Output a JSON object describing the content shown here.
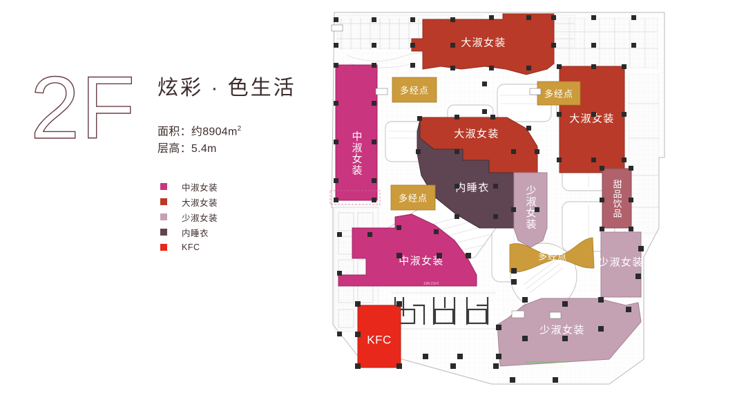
{
  "panel": {
    "floor_badge": "2F",
    "title": "炫彩 · 色生活",
    "area_label": "面积：约8904m",
    "area_sup": "2",
    "height_label": "层高：5.4m"
  },
  "legend": {
    "items": [
      {
        "label": "中淑女装",
        "color": "#c9357f"
      },
      {
        "label": "大淑女装",
        "color": "#b93a28"
      },
      {
        "label": "少淑女装",
        "color": "#c4a2b4"
      },
      {
        "label": "内睡衣",
        "color": "#5f4551"
      },
      {
        "label": "KFC",
        "color": "#e8281b"
      }
    ]
  },
  "palette": {
    "zhong_shu": "#c9357f",
    "da_shu": "#b93a28",
    "shao_shu": "#c4a2b4",
    "nei_shui": "#5f4551",
    "kfc": "#e8281b",
    "duo_jing": "#cc9b3c",
    "tian_pin": "#b0616c",
    "plan_line": "#9a9a9a",
    "node_dark": "#2a2a2a"
  },
  "floorplan": {
    "zones": [
      {
        "id": "da-shu-top",
        "label": "大淑女装",
        "color": "#b93a28"
      },
      {
        "id": "da-shu-right",
        "label": "大淑女装",
        "color": "#b93a28"
      },
      {
        "id": "da-shu-mid",
        "label": "大淑女装",
        "color": "#b93a28"
      },
      {
        "id": "zhong-shu-left",
        "label": "中淑女装",
        "color": "#c9357f"
      },
      {
        "id": "zhong-shu-bot",
        "label": "中淑女装",
        "color": "#c9357f"
      },
      {
        "id": "nei-shui",
        "label": "内睡衣",
        "color": "#5f4551"
      },
      {
        "id": "shao-shu-mid",
        "label": "少淑女装",
        "color": "#c4a2b4"
      },
      {
        "id": "shao-shu-right",
        "label": "少淑女装",
        "color": "#c4a2b4"
      },
      {
        "id": "shao-shu-bot",
        "label": "少淑女装",
        "color": "#c4a2b4"
      },
      {
        "id": "tian-pin",
        "label": "甜品饮品",
        "color": "#b0616c"
      },
      {
        "id": "kfc",
        "label": "KFC",
        "color": "#e8281b"
      },
      {
        "id": "duo-jing-1",
        "label": "多经点",
        "color": "#cc9b3c"
      },
      {
        "id": "duo-jing-2",
        "label": "多经点",
        "color": "#cc9b3c"
      },
      {
        "id": "duo-jing-3",
        "label": "多经点",
        "color": "#cc9b3c"
      },
      {
        "id": "duo-jing-4",
        "label": "多经点",
        "color": "#cc9b3c"
      }
    ],
    "dimension_note": "198.23㎡"
  }
}
